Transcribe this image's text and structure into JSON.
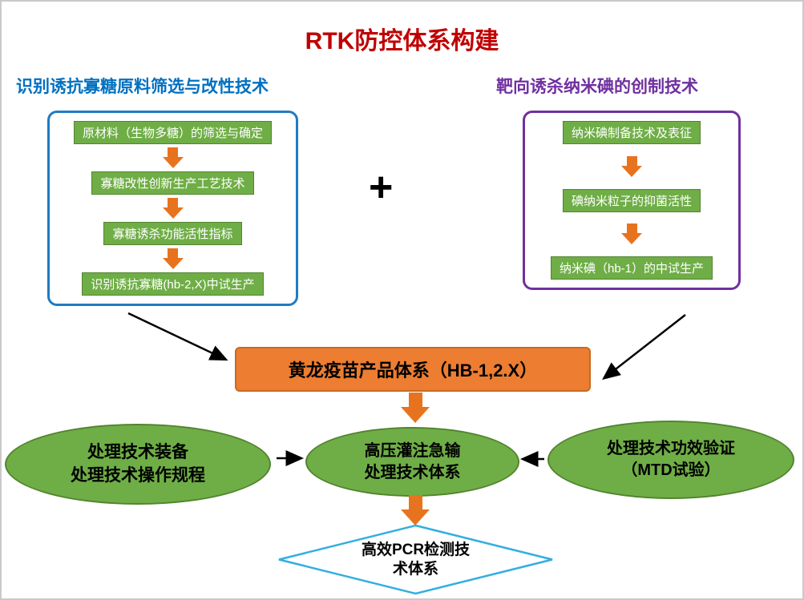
{
  "title": "RTK防控体系构建",
  "plus": "+",
  "left_branch": {
    "header": "识别诱抗寡糖原料筛选与改性技术",
    "steps": [
      "原材料（生物多糖）的筛选与确定",
      "寡糖改性创新生产工艺技术",
      "寡糖诱杀功能活性指标",
      "识别诱抗寡糖(hb-2,X)中试生产"
    ]
  },
  "right_branch": {
    "header": "靶向诱杀纳米碘的创制技术",
    "steps": [
      "纳米碘制备技术及表征",
      "碘纳米粒子的抑菌活性",
      "纳米碘（hb-1）的中试生产"
    ]
  },
  "product_box": {
    "label": "黄龙疫苗产品体系（HB-1,2.X）"
  },
  "ellipse_left": {
    "line1": "处理技术装备",
    "line2": "处理技术操作规程"
  },
  "ellipse_center": {
    "line1": "高压灌注急输",
    "line2": "处理技术体系"
  },
  "ellipse_right": {
    "line1": "处理技术功效验证",
    "line2": "（MTD试验）"
  },
  "diamond": {
    "line1": "高效PCR检测技",
    "line2": "术体系"
  },
  "colors": {
    "title": "#C00000",
    "left_header": "#0070C0",
    "right_header": "#7030A0",
    "step_green": "#6FAE46",
    "arrow_orange": "#E8731E",
    "product_orange": "#ED7D31",
    "diamond_border": "#33AEE0"
  }
}
